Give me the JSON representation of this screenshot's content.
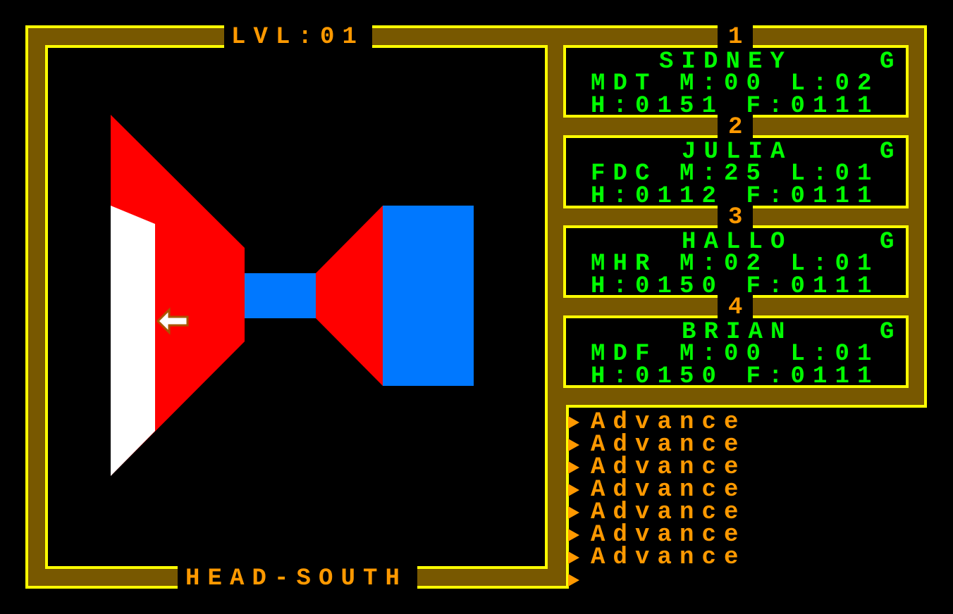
{
  "header": {
    "level_label": "LVL:01"
  },
  "footer": {
    "heading": "HEAD-SOUTH"
  },
  "party": [
    {
      "slot": "1",
      "name": "SIDNEY",
      "flag": "G",
      "line1": "MDT M:00 L:02",
      "line2": "H:0151 F:0111"
    },
    {
      "slot": "2",
      "name": "JULIA",
      "flag": "G",
      "line1": "FDC M:25 L:01",
      "line2": "H:0112 F:0111"
    },
    {
      "slot": "3",
      "name": "HALLO",
      "flag": "G",
      "line1": "MHR M:02 L:01",
      "line2": "H:0150 F:0111"
    },
    {
      "slot": "4",
      "name": "BRIAN",
      "flag": "G",
      "line1": "MDF M:00 L:01",
      "line2": "H:0150 F:0111"
    }
  ],
  "log": [
    "Advance",
    "Advance",
    "Advance",
    "Advance",
    "Advance",
    "Advance",
    "Advance"
  ],
  "colors": {
    "frame": "#785800",
    "border": "#ffff00",
    "text": "#ff9900",
    "stats": "#00ff00",
    "wall_side": "#ff0000",
    "wall_front": "#0078ff",
    "wall_near": "#ffffff"
  }
}
